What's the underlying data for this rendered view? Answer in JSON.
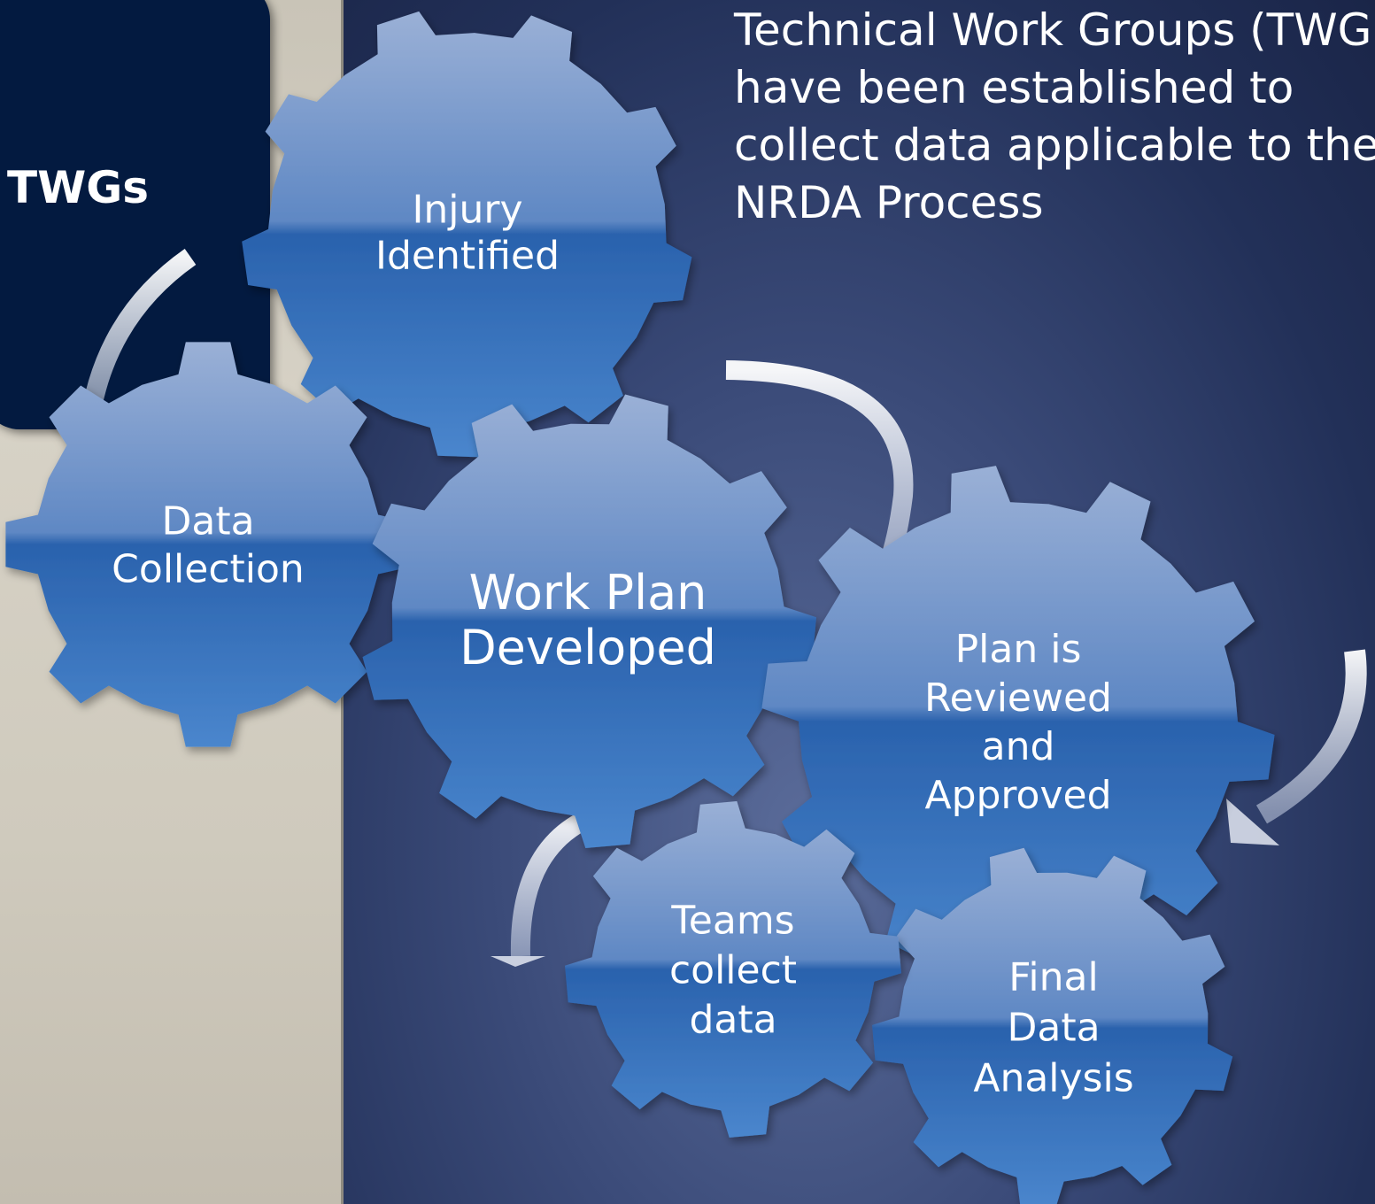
{
  "slide": {
    "title": "TWGs",
    "description": "Technical Work Groups (TWG) have been established to collect data applicable to the NRDA Process"
  },
  "gears": [
    {
      "id": "injury",
      "lines": [
        "Injury",
        "Identified"
      ]
    },
    {
      "id": "data-collection",
      "lines": [
        "Data",
        "Collection"
      ]
    },
    {
      "id": "work-plan",
      "lines": [
        "Work Plan",
        "Developed"
      ]
    },
    {
      "id": "plan-reviewed",
      "lines": [
        "Plan is",
        "Reviewed",
        "and",
        "Approved"
      ]
    },
    {
      "id": "teams-collect",
      "lines": [
        "Teams",
        "collect",
        "data"
      ]
    },
    {
      "id": "final-analysis",
      "lines": [
        "Final",
        "Data",
        "Analysis"
      ]
    }
  ],
  "colors": {
    "gear_top": "#9ab0d6",
    "gear_mid": "#2b64ae",
    "gear_bottom": "#4a86cd",
    "title_box": "#031a40",
    "arrow": "#e8ecf4"
  }
}
